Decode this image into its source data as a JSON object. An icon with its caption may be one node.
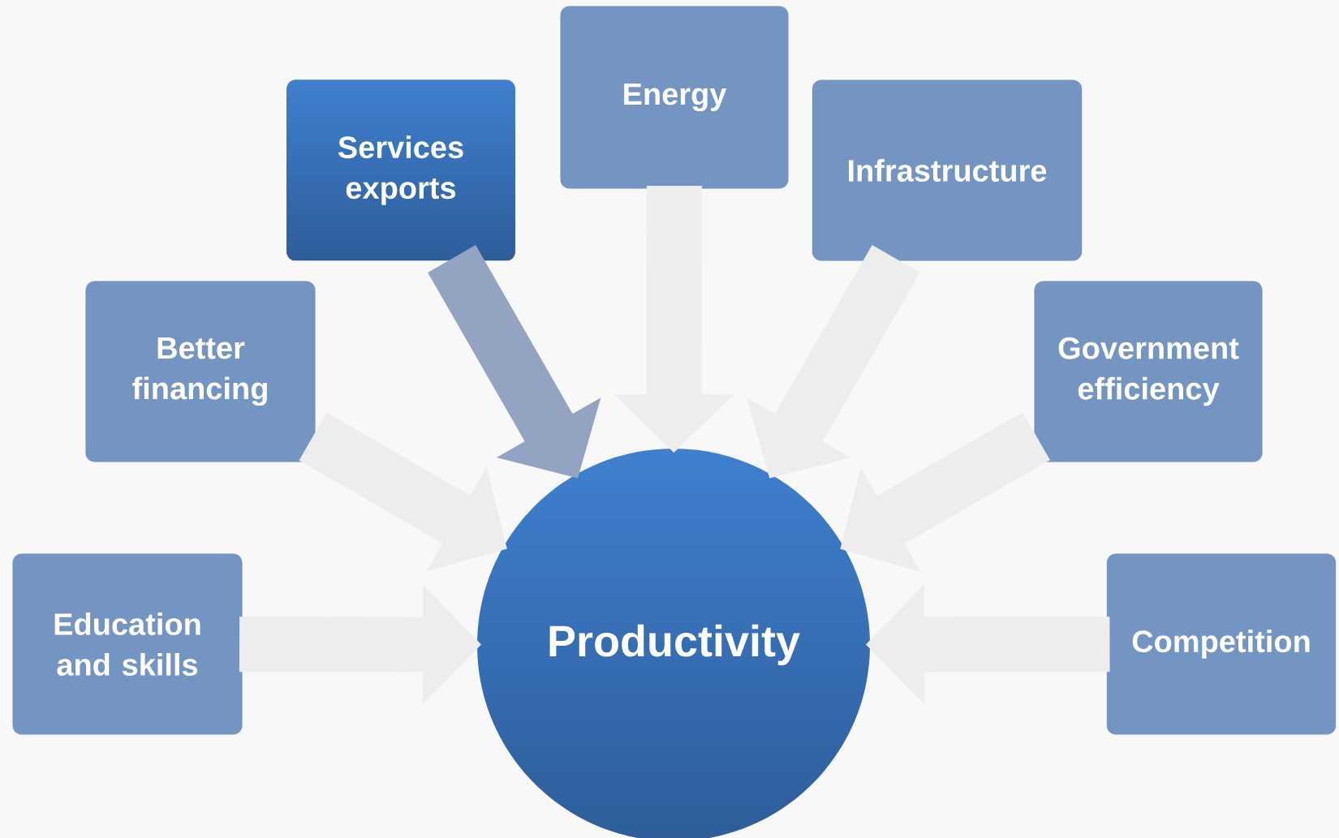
{
  "diagram": {
    "nodes": [
      {
        "text": [
          "Education and skills"
        ]
      },
      {
        "text": [
          "Better financing"
        ]
      },
      {
        "text": [
          "Services exports"
        ]
      },
      {
        "text": [
          "Energy"
        ]
      },
      {
        "text": [
          "Infrastructure"
        ]
      },
      {
        "text": [
          "Government efficiency"
        ]
      },
      {
        "text": [
          "Competition"
        ]
      },
      {
        "text": [
          "Productivity"
        ]
      }
    ],
    "edges": [
      {
        "from": 0,
        "to": 7,
        "arrow": "to"
      },
      {
        "from": 1,
        "to": 7,
        "arrow": "to"
      },
      {
        "from": 2,
        "to": 7,
        "arrow": "to",
        "color": "#93a3c2"
      },
      {
        "from": 3,
        "to": 7,
        "arrow": "to"
      },
      {
        "from": 4,
        "to": 7,
        "arrow": "to"
      },
      {
        "from": 5,
        "to": 7,
        "arrow": "to"
      },
      {
        "from": 6,
        "to": 7,
        "arrow": "to"
      }
    ]
  }
}
